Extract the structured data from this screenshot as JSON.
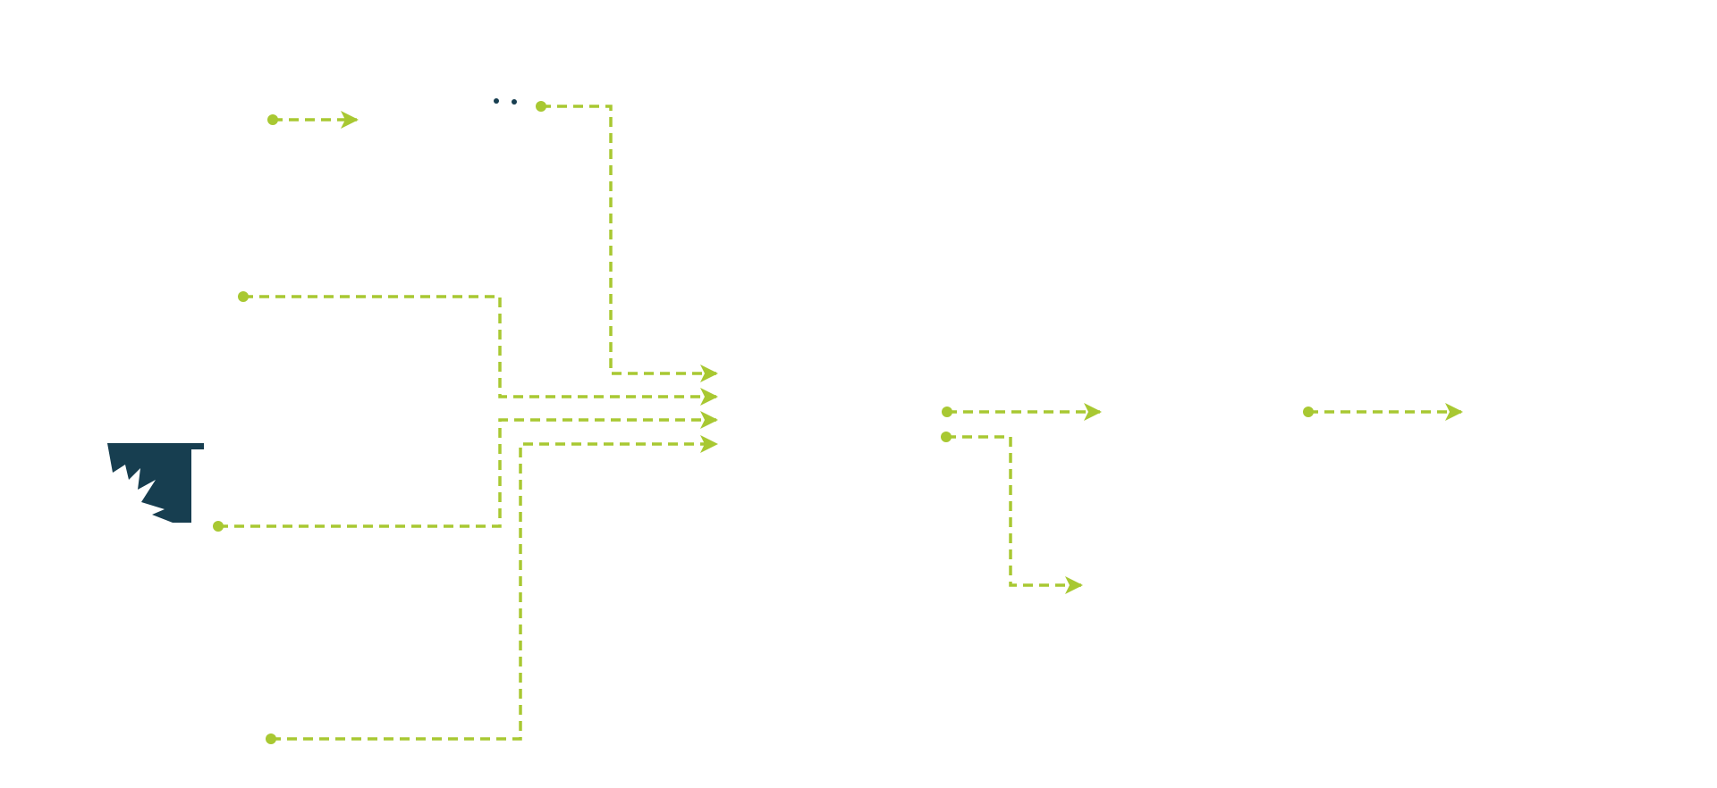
{
  "colors": {
    "connector": "#a8c832",
    "shape": "#173e50",
    "background": "#ffffff"
  },
  "icons": {
    "origin": "dot-marker-icon",
    "target": "arrowhead-icon",
    "glyph": "torn-banner-icon",
    "dots": "ellipsis-icon"
  },
  "connectors": [
    {
      "id": "top-short",
      "from": "origin-a",
      "to": "target-a"
    },
    {
      "id": "top-long",
      "from": "origin-b",
      "to": "merge-1"
    },
    {
      "id": "upper-mid",
      "from": "origin-c",
      "to": "merge-2"
    },
    {
      "id": "lower-mid",
      "from": "origin-d",
      "to": "merge-3"
    },
    {
      "id": "bottom",
      "from": "origin-e",
      "to": "merge-4"
    },
    {
      "id": "center-straight",
      "from": "origin-f",
      "to": "target-f"
    },
    {
      "id": "center-drop",
      "from": "origin-g",
      "to": "target-g"
    },
    {
      "id": "right-straight",
      "from": "origin-h",
      "to": "target-h"
    }
  ]
}
